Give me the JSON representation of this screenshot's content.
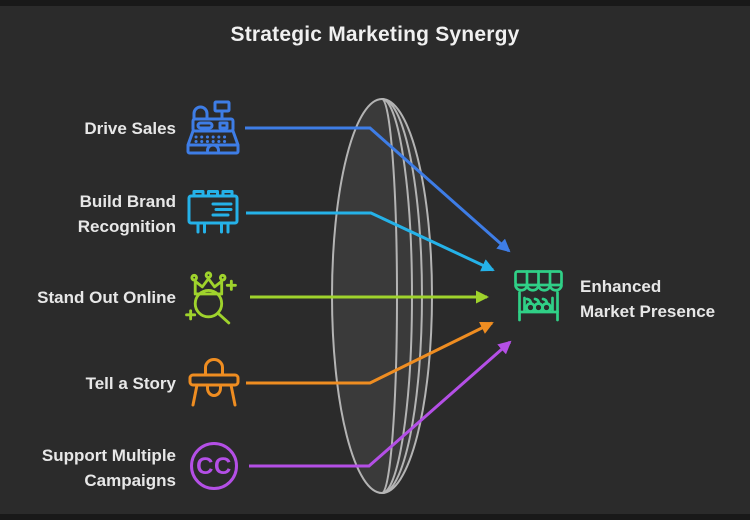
{
  "title": "Strategic Marketing Synergy",
  "sources": [
    {
      "label": "Drive Sales",
      "icon": "cash-register",
      "color": "#3e7de6"
    },
    {
      "label": "Build Brand\nRecognition",
      "icon": "billboard",
      "color": "#25b2e8"
    },
    {
      "label": "Stand Out Online",
      "icon": "crown-magnifier",
      "color": "#9fd32c"
    },
    {
      "label": "Tell a Story",
      "icon": "high-chair",
      "color": "#ef8d21"
    },
    {
      "label": "Support Multiple\nCampaigns",
      "icon": "cc-badge",
      "color": "#b44fe6"
    }
  ],
  "cc_text": "CC",
  "target": {
    "label": "Enhanced\nMarket Presence",
    "icon": "storefront",
    "color": "#30d087"
  },
  "theme": {
    "background": "#2b2b2b",
    "edge_bar": "#191919",
    "text": "#e7e7e7",
    "title_text": "#f0f0f0",
    "lens_stroke": "#b4b4b4",
    "lens_fill": "#3a3a3a"
  }
}
